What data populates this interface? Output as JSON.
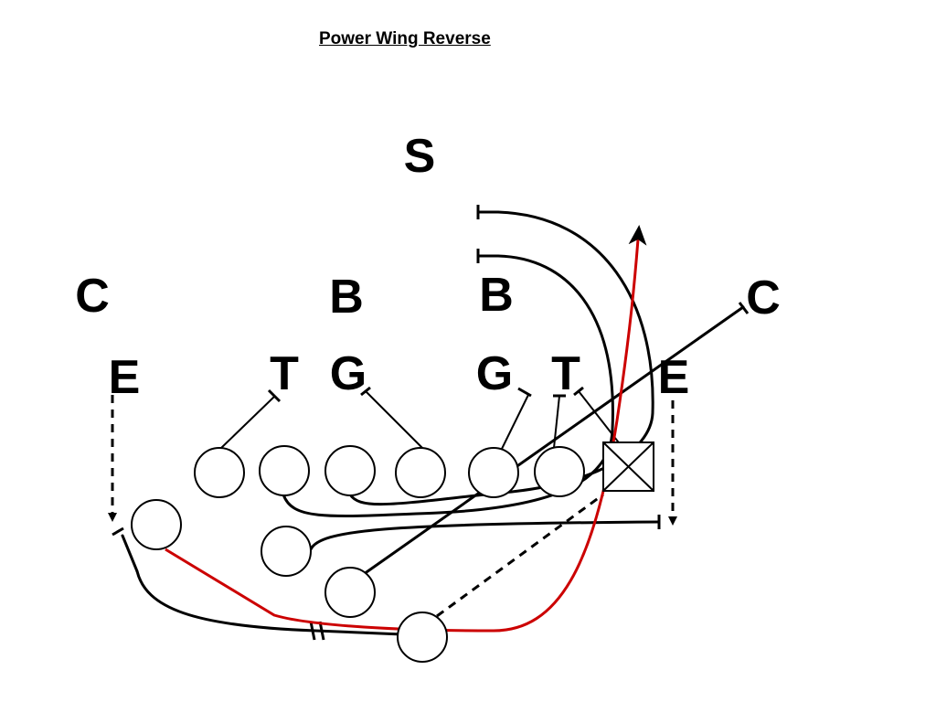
{
  "title": "Power Wing Reverse",
  "colors": {
    "line": "#000000",
    "ball_carrier": "#cc0000",
    "background": "#ffffff"
  },
  "defense": {
    "safety": "S",
    "left_corner": "C",
    "right_corner": "C",
    "left_backer": "B",
    "right_backer": "B",
    "left_end": "E",
    "left_tackle": "T",
    "left_guard": "G",
    "right_guard": "G",
    "right_tackle": "T",
    "right_end": "E"
  }
}
